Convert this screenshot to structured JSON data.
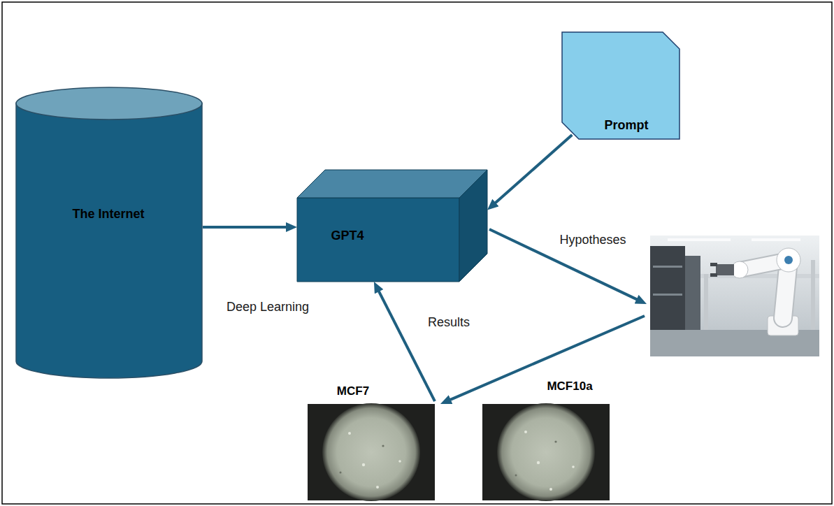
{
  "diagram": {
    "nodes": [
      {
        "text": [
          "The Internet"
        ]
      },
      {
        "text": [
          "GPT4"
        ]
      },
      {
        "text": [
          "Prompt"
        ]
      },
      {
        "text": [
          "MCF7"
        ]
      },
      {
        "text": [
          "MCF10a"
        ]
      }
    ],
    "edges": [
      {
        "from": 0,
        "to": 1,
        "arrow": "to"
      },
      {
        "from": 2,
        "to": 1,
        "arrow": "to"
      },
      {
        "from": 3,
        "to": 1,
        "arrow": "to",
        "label": "Results"
      }
    ],
    "labels": [
      "Deep Learning",
      "Hypotheses"
    ]
  }
}
